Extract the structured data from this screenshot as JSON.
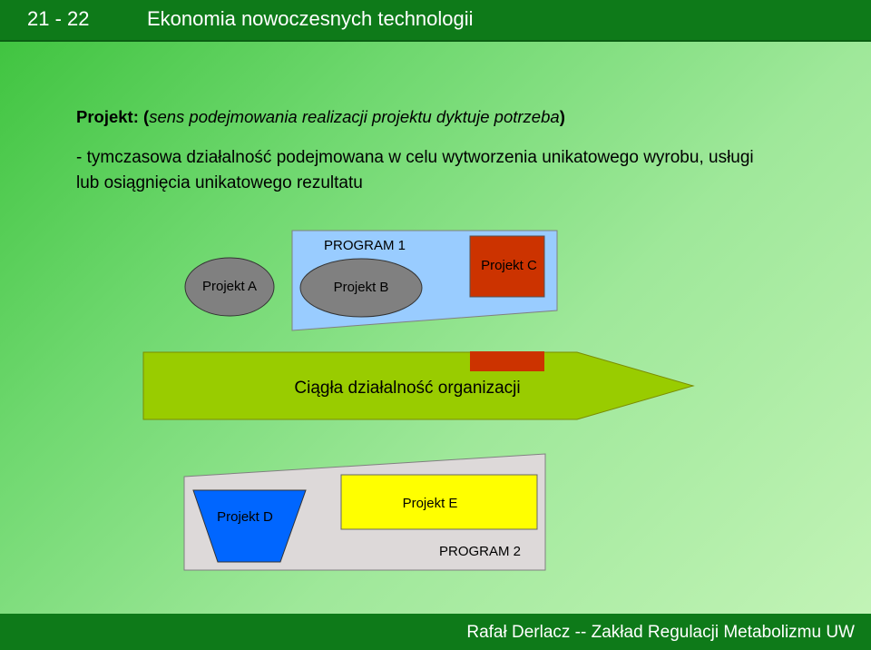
{
  "header": {
    "slide_number": "21 - 22",
    "title": "Ekonomia nowoczesnych technologii"
  },
  "definition": {
    "term": "Projekt:",
    "paren_open": " (",
    "note_italic": "sens podejmowania realizacji projektu dyktuje potrzeba",
    "paren_close": ")",
    "text": "- tymczasowa działalność podejmowana w celu wytworzenia unikatowego wyrobu, usługi lub osiągnięcia unikatowego rezultatu"
  },
  "diagram": {
    "program1_label": "PROGRAM 1",
    "project_a": "Projekt A",
    "project_b": "Projekt B",
    "project_c": "Projekt C",
    "continuous_activity": "Ciągła działalność organizacji",
    "project_d": "Projekt D",
    "project_e": "Projekt E",
    "program2_label": "PROGRAM 2",
    "colors": {
      "program1_fill": "#99ccff",
      "ellipse_fill": "#808080",
      "project_c_fill": "#cc3300",
      "arrow_fill": "#99cc00",
      "program2_fill": "#ddd9d9",
      "project_d_fill": "#0066ff",
      "project_e_fill": "#ffff00"
    }
  },
  "footer": {
    "credit": "Rafał Derlacz -- Zakład Regulacji Metabolizmu UW"
  }
}
